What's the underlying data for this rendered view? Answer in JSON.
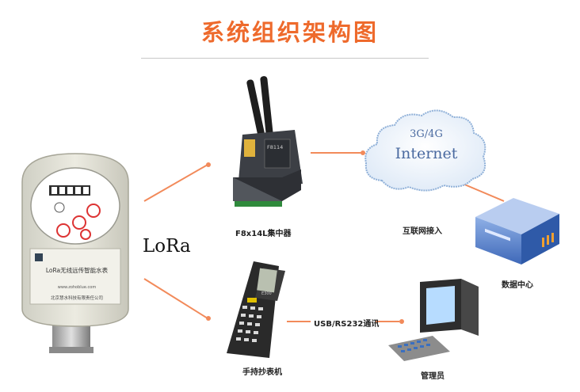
{
  "title": "系统组织架构图",
  "lora_label": "LoRa",
  "nodes": {
    "concentrator": {
      "label": "F8x14L集中器",
      "device_text": "F8114"
    },
    "internet": {
      "label": "互联网接入",
      "line1": "3G/4G",
      "line2": "Internet"
    },
    "datacenter": {
      "label": "数据中心"
    },
    "handheld": {
      "label": "手持抄表机",
      "device_text": "E300"
    },
    "admin": {
      "label": "管理员"
    },
    "meter": {
      "label_line": "LoRa无线远传智能水表",
      "website": "www.zohoblue.com",
      "maker": "北京慧水科技有限责任公司"
    }
  },
  "links": {
    "usb": "USB/RS232通讯"
  },
  "colors": {
    "accent": "#ee6a2c",
    "line": "#f28a5a",
    "cloud_stroke": "#8fb0d8"
  }
}
